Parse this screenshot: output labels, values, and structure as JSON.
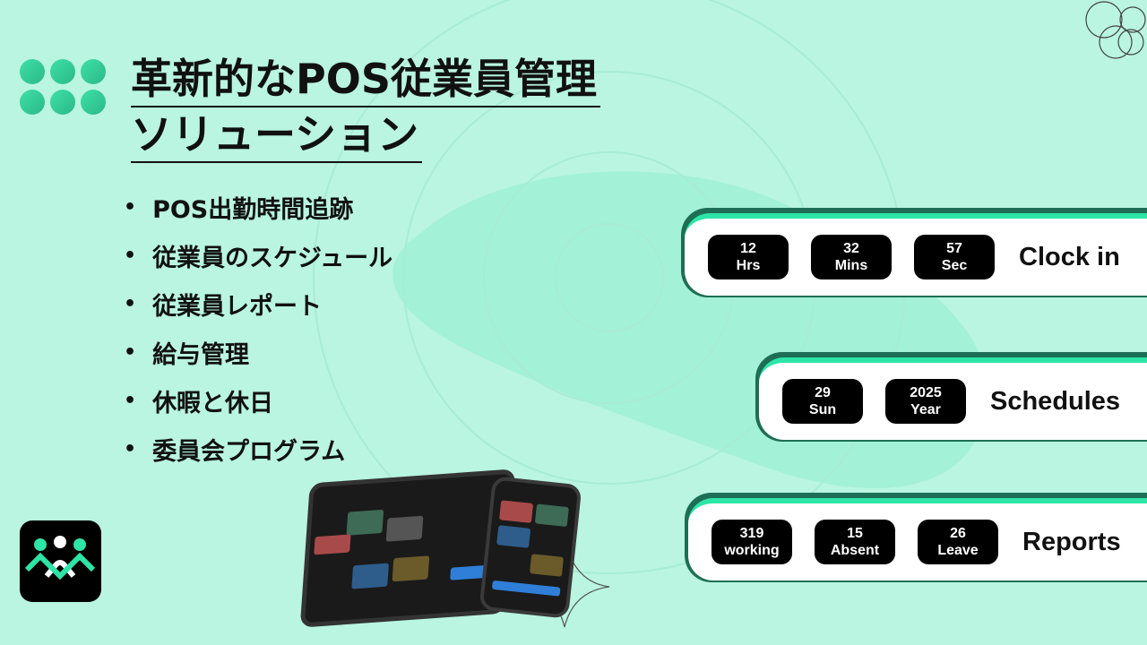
{
  "title": {
    "line1": "革新的なPOS従業員管理",
    "line2": "ソリューション"
  },
  "features": [
    "POS出勤時間追跡",
    "従業員のスケジュール",
    "従業員レポート",
    "給与管理",
    "休暇と休日",
    "委員会プログラム"
  ],
  "cards": {
    "clock_in": {
      "label": "Clock in",
      "pills": [
        {
          "value": "12",
          "unit": "Hrs"
        },
        {
          "value": "32",
          "unit": "Mins"
        },
        {
          "value": "57",
          "unit": "Sec"
        }
      ]
    },
    "schedules": {
      "label": "Schedules",
      "pills": [
        {
          "value": "29",
          "unit": "Sun"
        },
        {
          "value": "2025",
          "unit": "Year"
        }
      ]
    },
    "reports": {
      "label": "Reports",
      "pills": [
        {
          "value": "319",
          "unit": "working"
        },
        {
          "value": "15",
          "unit": "Absent"
        },
        {
          "value": "26",
          "unit": "Leave"
        }
      ]
    }
  },
  "colors": {
    "background": "#b9f5e0",
    "accent": "#2de5a6",
    "dark": "#000000"
  }
}
